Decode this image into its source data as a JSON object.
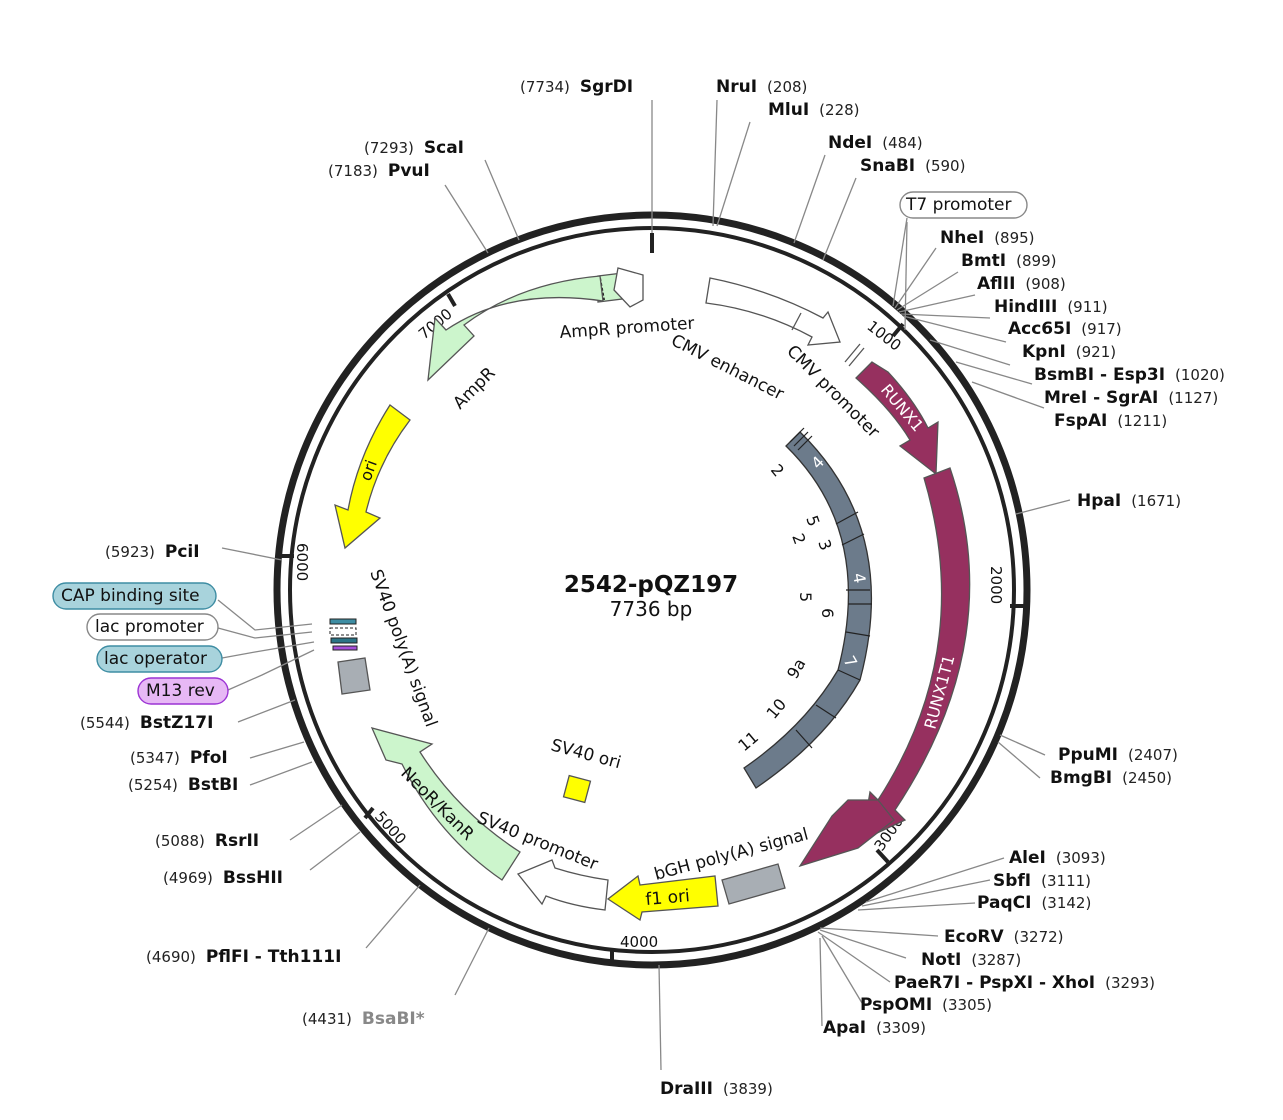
{
  "plasmid": {
    "name": "2542-pQZ197",
    "size_label": "7736 bp"
  },
  "ticks": [
    "1000",
    "2000",
    "3000",
    "4000",
    "5000",
    "6000",
    "7000"
  ],
  "restriction_sites": [
    {
      "name": "SgrDI",
      "pos": "(7734)"
    },
    {
      "name": "NruI",
      "pos": "(208)"
    },
    {
      "name": "MluI",
      "pos": "(228)"
    },
    {
      "name": "ScaI",
      "pos": "(7293)"
    },
    {
      "name": "PvuI",
      "pos": "(7183)"
    },
    {
      "name": "NdeI",
      "pos": "(484)"
    },
    {
      "name": "SnaBI",
      "pos": "(590)"
    },
    {
      "name": "NheI",
      "pos": "(895)"
    },
    {
      "name": "BmtI",
      "pos": "(899)"
    },
    {
      "name": "AflII",
      "pos": "(908)"
    },
    {
      "name": "HindIII",
      "pos": "(911)"
    },
    {
      "name": "Acc65I",
      "pos": "(917)"
    },
    {
      "name": "KpnI",
      "pos": "(921)"
    },
    {
      "name": "BsmBI - Esp3I",
      "pos": "(1020)"
    },
    {
      "name": "MreI - SgrAI",
      "pos": "(1127)"
    },
    {
      "name": "FspAI",
      "pos": "(1211)"
    },
    {
      "name": "HpaI",
      "pos": "(1671)"
    },
    {
      "name": "PpuMI",
      "pos": "(2407)"
    },
    {
      "name": "BmgBI",
      "pos": "(2450)"
    },
    {
      "name": "AleI",
      "pos": "(3093)"
    },
    {
      "name": "SbfI",
      "pos": "(3111)"
    },
    {
      "name": "PaqCI",
      "pos": "(3142)"
    },
    {
      "name": "EcoRV",
      "pos": "(3272)"
    },
    {
      "name": "NotI",
      "pos": "(3287)"
    },
    {
      "name": "PaeR7I - PspXI - XhoI",
      "pos": "(3293)"
    },
    {
      "name": "PspOMI",
      "pos": "(3305)"
    },
    {
      "name": "ApaI",
      "pos": "(3309)"
    },
    {
      "name": "DraIII",
      "pos": "(3839)"
    },
    {
      "name": "BsaBI*",
      "pos": "(4431)"
    },
    {
      "name": "PflFI - Tth111I",
      "pos": "(4690)"
    },
    {
      "name": "BssHII",
      "pos": "(4969)"
    },
    {
      "name": "RsrII",
      "pos": "(5088)"
    },
    {
      "name": "BstBI",
      "pos": "(5254)"
    },
    {
      "name": "PfoI",
      "pos": "(5347)"
    },
    {
      "name": "BstZ17I",
      "pos": "(5544)"
    },
    {
      "name": "PciI",
      "pos": "(5923)"
    }
  ],
  "boxed_features": {
    "t7": "T7 promoter",
    "cap": "CAP binding site",
    "lac_promoter": "lac promoter",
    "lac_operator": "lac operator",
    "m13": "M13 rev"
  },
  "features": {
    "ampr_promoter": "AmpR promoter",
    "ampr": "AmpR",
    "ori": "ori",
    "cmv_enhancer": "CMV enhancer",
    "cmv_promoter": "CMV promoter",
    "runx1": "RUNX1",
    "runx1t1": "RUNX1T1",
    "sv40_polya": "SV40 poly(A) signal",
    "sv40_ori": "SV40 ori",
    "neor": "NeoR/KanR",
    "sv40_promoter": "SV40 promoter",
    "f1_ori": "f1 ori",
    "bgh_polya": "bGH poly(A) signal"
  },
  "exons_inner": [
    "2",
    "5",
    "2",
    "3",
    "5",
    "6",
    "9a",
    "10",
    "11"
  ],
  "exons_on_bar": [
    "4",
    "4",
    "7"
  ],
  "colors": {
    "backbone": "#222222",
    "ampr": "#ccf5cc",
    "ori": "#ffff00",
    "runx": "#96305f",
    "exon_bar": "#6c7b8b",
    "grey_feature": "#a8aeb4",
    "cap_fill": "#a8d3dc",
    "m13_fill": "#e7b8f5"
  }
}
